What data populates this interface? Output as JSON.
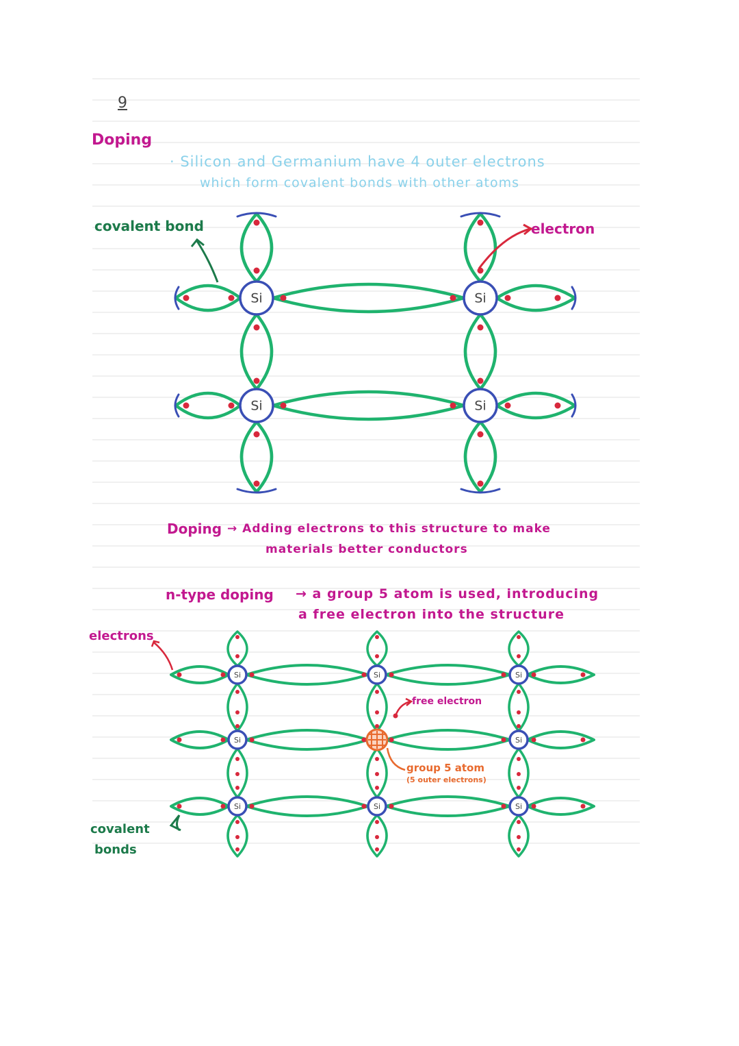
{
  "page": {
    "number": "9",
    "title": "Doping"
  },
  "intro": {
    "line1": "· Silicon and Germanium have 4 outer electrons",
    "line2": "which form covalent bonds with other atoms"
  },
  "diagram1": {
    "label_bond": "covalent bond",
    "label_electron": "electron",
    "atom_label": "Si"
  },
  "definition": {
    "term": "Doping",
    "line1": "→ Adding electrons to this structure to make",
    "line2": "materials better conductors"
  },
  "ntype": {
    "term": "n-type doping",
    "line1": "→ a group 5 atom is used, introducing",
    "line2": "a free electron into the structure"
  },
  "diagram2": {
    "label_electrons": "electrons",
    "label_covalent_1": "covalent",
    "label_covalent_2": "bonds",
    "label_free_electron": "free electron",
    "label_group5": "group 5 atom",
    "label_group5_note": "(5 outer electrons)",
    "atom_label": "Si"
  },
  "colors": {
    "green": "#1fb36e",
    "blue": "#3a4fb5",
    "red": "#d8283c",
    "pink": "#c2188f",
    "lightblue": "#8ad1ea",
    "orange": "#e86a2e",
    "dark_green": "#1c7a4a"
  }
}
